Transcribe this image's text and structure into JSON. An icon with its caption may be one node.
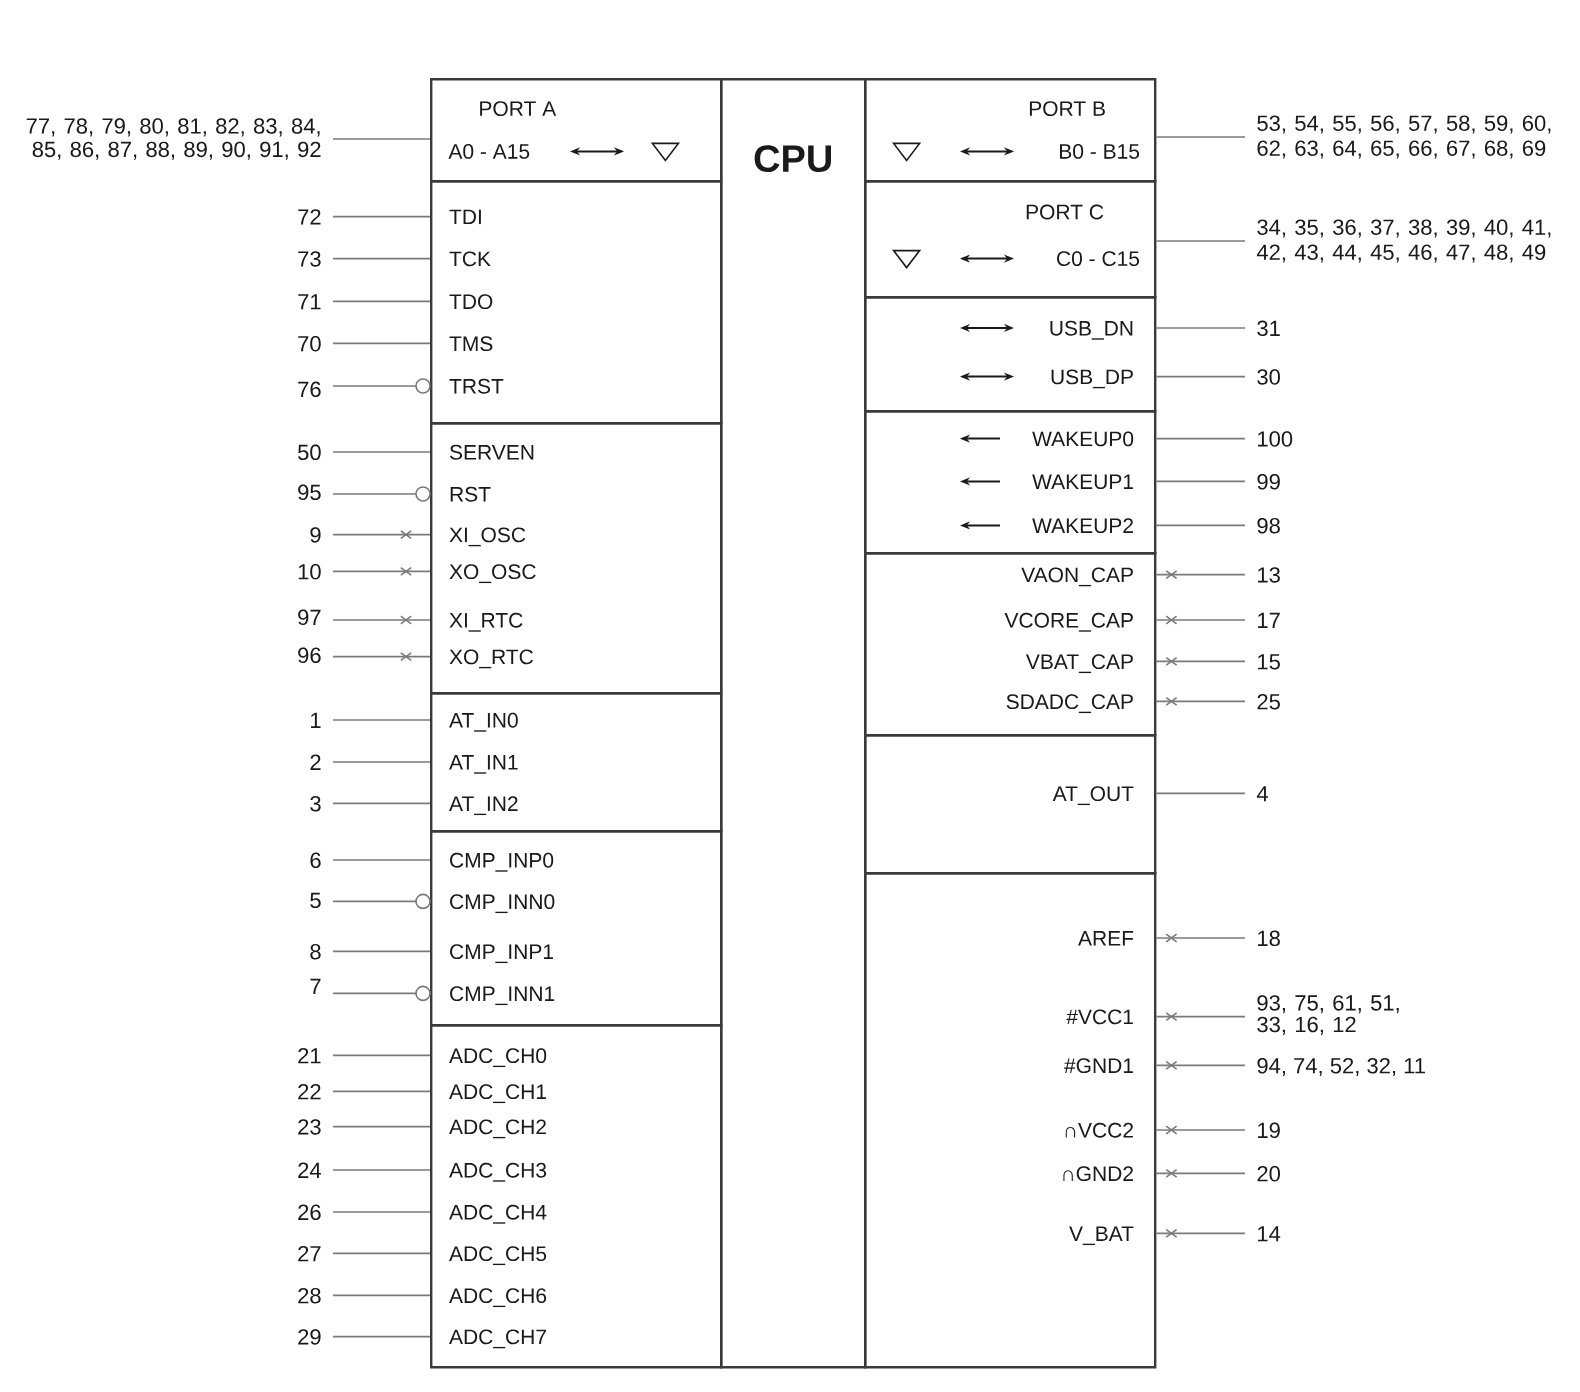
{
  "diagram": {
    "nodes": [
      {
        "text": [
          "PORT A",
          "A0 - A15"
        ]
      },
      {
        "text": [],
        "shape": "box"
      },
      {
        "text": [
          "TDI"
        ],
        "in": 1
      },
      {
        "text": [
          "TCK"
        ],
        "in": 1
      },
      {
        "text": [
          "TDO"
        ],
        "in": 1
      },
      {
        "text": [
          "TMS"
        ],
        "in": 1
      },
      {
        "text": [
          "TRST"
        ],
        "in": 1
      },
      {
        "text": [],
        "shape": "box"
      },
      {
        "text": [
          "SERVEN"
        ],
        "in": 7
      },
      {
        "text": [
          "RST"
        ],
        "in": 7
      },
      {
        "text": [
          "XI_OSC"
        ],
        "in": 7
      },
      {
        "text": [
          "XO_OSC"
        ],
        "in": 7
      },
      {
        "text": [
          "XI_RTC"
        ],
        "in": 7
      },
      {
        "text": [
          "XO_RTC"
        ],
        "in": 7
      },
      {
        "text": [],
        "shape": "box"
      },
      {
        "text": [
          "AT_IN0"
        ],
        "in": 14
      },
      {
        "text": [
          "AT_IN1"
        ],
        "in": 14
      },
      {
        "text": [
          "AT_IN2"
        ],
        "in": 14
      },
      {
        "text": [],
        "shape": "box"
      },
      {
        "text": [
          "CMP_INP0"
        ],
        "in": 18
      },
      {
        "text": [
          "CMP_INN0"
        ],
        "in": 18
      },
      {
        "text": [
          "CMP_INP1"
        ],
        "in": 18
      },
      {
        "text": [
          "CMP_INN1"
        ],
        "in": 18
      },
      {
        "text": [],
        "shape": "box"
      },
      {
        "text": [
          "ADC_CH0"
        ],
        "in": 23
      },
      {
        "text": [
          "ADC_CH1"
        ],
        "in": 23
      },
      {
        "text": [
          "ADC_CH2"
        ],
        "in": 23
      },
      {
        "text": [
          "ADC_CH3"
        ],
        "in": 23
      },
      {
        "text": [
          "ADC_CH4"
        ],
        "in": 23
      },
      {
        "text": [
          "ADC_CH5"
        ],
        "in": 23
      },
      {
        "text": [
          "ADC_CH6"
        ],
        "in": 23
      },
      {
        "text": [
          "ADC_CH7"
        ],
        "in": 23
      },
      {
        "text": [
          "CPU"
        ]
      },
      {
        "text": [
          "PORT B",
          "B0 - B15"
        ]
      },
      {
        "text": [
          "PORT C",
          "C0 - C15"
        ]
      },
      {
        "text": [],
        "shape": "box"
      },
      {
        "text": [
          "USB_DN"
        ],
        "in": 35
      },
      {
        "text": [
          "USB_DP"
        ],
        "in": 35
      },
      {
        "text": [],
        "shape": "box"
      },
      {
        "text": [
          "WAKEUP0"
        ],
        "in": 38
      },
      {
        "text": [
          "WAKEUP1"
        ],
        "in": 38
      },
      {
        "text": [
          "WAKEUP2"
        ],
        "in": 38
      },
      {
        "text": [],
        "shape": "box"
      },
      {
        "text": [
          "VAON_CAP"
        ],
        "in": 42
      },
      {
        "text": [
          "VCORE_CAP"
        ],
        "in": 42
      },
      {
        "text": [
          "VBAT_CAP"
        ],
        "in": 42
      },
      {
        "text": [
          "SDADC_CAP"
        ],
        "in": 42
      },
      {
        "text": [],
        "shape": "box"
      },
      {
        "text": [
          "AT_OUT"
        ],
        "in": 47
      },
      {
        "text": [],
        "shape": "box"
      },
      {
        "text": [
          "AREF"
        ],
        "in": 49
      },
      {
        "text": [
          "#VCC1"
        ],
        "in": 49
      },
      {
        "text": [
          "#GND1"
        ],
        "in": 49
      },
      {
        "text": [
          "∩VCC2"
        ],
        "in": 49
      },
      {
        "text": [
          "∩GND2"
        ],
        "in": 49
      },
      {
        "text": [
          "V_BAT"
        ],
        "in": 49
      },
      {
        "text": [
          "77, 78, 79, 80, 81, 82, 83, 84, 85, 86, 87, 88, 89, 90, 91, 92"
        ]
      },
      {
        "text": [
          "72"
        ]
      },
      {
        "text": [
          "73"
        ]
      },
      {
        "text": [
          "71"
        ]
      },
      {
        "text": [
          "70"
        ]
      },
      {
        "text": [
          "76"
        ]
      },
      {
        "text": [
          "50"
        ]
      },
      {
        "text": [
          "95"
        ]
      },
      {
        "text": [
          "9"
        ]
      },
      {
        "text": [
          "10"
        ]
      },
      {
        "text": [
          "97"
        ]
      },
      {
        "text": [
          "96"
        ]
      },
      {
        "text": [
          "1"
        ]
      },
      {
        "text": [
          "2"
        ]
      },
      {
        "text": [
          "3"
        ]
      },
      {
        "text": [
          "6"
        ]
      },
      {
        "text": [
          "5"
        ]
      },
      {
        "text": [
          "8"
        ]
      },
      {
        "text": [
          "7"
        ]
      },
      {
        "text": [
          "21"
        ]
      },
      {
        "text": [
          "22"
        ]
      },
      {
        "text": [
          "23"
        ]
      },
      {
        "text": [
          "24"
        ]
      },
      {
        "text": [
          "26"
        ]
      },
      {
        "text": [
          "27"
        ]
      },
      {
        "text": [
          "28"
        ]
      },
      {
        "text": [
          "29"
        ]
      },
      {
        "text": [
          "53, 54, 55, 56, 57, 58, 59, 60, 62, 63, 64, 65, 66, 67, 68, 69"
        ]
      },
      {
        "text": [
          "34, 35, 36, 37, 38, 39, 40, 41, 42, 43, 44, 45, 46, 47, 48, 49"
        ]
      },
      {
        "text": [
          "31"
        ]
      },
      {
        "text": [
          "30"
        ]
      },
      {
        "text": [
          "100"
        ]
      },
      {
        "text": [
          "99"
        ]
      },
      {
        "text": [
          "98"
        ]
      },
      {
        "text": [
          "13"
        ]
      },
      {
        "text": [
          "17"
        ]
      },
      {
        "text": [
          "15"
        ]
      },
      {
        "text": [
          "25"
        ]
      },
      {
        "text": [
          "4"
        ]
      },
      {
        "text": [
          "18"
        ]
      },
      {
        "text": [
          "93, 75, 61, 51, 33, 16, 12"
        ]
      },
      {
        "text": [
          "94, 74, 52, 32, 11"
        ]
      },
      {
        "text": [
          "19"
        ]
      },
      {
        "text": [
          "20"
        ]
      },
      {
        "text": [
          "14"
        ]
      }
    ],
    "edges": [
      {
        "from": 56,
        "to": 0,
        "arrow": "none"
      },
      {
        "from": 57,
        "to": 2,
        "arrow": "none"
      },
      {
        "from": 58,
        "to": 3,
        "arrow": "none"
      },
      {
        "from": 59,
        "to": 4,
        "arrow": "none"
      },
      {
        "from": 60,
        "to": 5,
        "arrow": "none"
      },
      {
        "from": 61,
        "to": 6,
        "arrow": "other"
      },
      {
        "from": 62,
        "to": 8,
        "arrow": "none"
      },
      {
        "from": 63,
        "to": 9,
        "arrow": "other"
      },
      {
        "from": 64,
        "to": 10,
        "arrow": "none"
      },
      {
        "from": 65,
        "to": 11,
        "arrow": "none"
      },
      {
        "from": 66,
        "to": 12,
        "arrow": "none"
      },
      {
        "from": 67,
        "to": 13,
        "arrow": "none"
      },
      {
        "from": 68,
        "to": 15,
        "arrow": "none"
      },
      {
        "from": 69,
        "to": 16,
        "arrow": "none"
      },
      {
        "from": 70,
        "to": 17,
        "arrow": "none"
      },
      {
        "from": 71,
        "to": 19,
        "arrow": "none"
      },
      {
        "from": 72,
        "to": 20,
        "arrow": "other"
      },
      {
        "from": 73,
        "to": 21,
        "arrow": "none"
      },
      {
        "from": 74,
        "to": 22,
        "arrow": "other"
      },
      {
        "from": 75,
        "to": 24,
        "arrow": "none"
      },
      {
        "from": 76,
        "to": 25,
        "arrow": "none"
      },
      {
        "from": 77,
        "to": 26,
        "arrow": "none"
      },
      {
        "from": 78,
        "to": 27,
        "arrow": "none"
      },
      {
        "from": 79,
        "to": 28,
        "arrow": "none"
      },
      {
        "from": 80,
        "to": 29,
        "arrow": "none"
      },
      {
        "from": 81,
        "to": 30,
        "arrow": "none"
      },
      {
        "from": 82,
        "to": 31,
        "arrow": "none"
      },
      {
        "from": 83,
        "to": 33,
        "arrow": "none"
      },
      {
        "from": 84,
        "to": 34,
        "arrow": "none"
      },
      {
        "from": 85,
        "to": 36,
        "arrow": "none"
      },
      {
        "from": 86,
        "to": 37,
        "arrow": "none"
      },
      {
        "from": 87,
        "to": 39,
        "arrow": "none"
      },
      {
        "from": 88,
        "to": 40,
        "arrow": "none"
      },
      {
        "from": 89,
        "to": 41,
        "arrow": "none"
      },
      {
        "from": 90,
        "to": 43,
        "arrow": "none"
      },
      {
        "from": 91,
        "to": 44,
        "arrow": "none"
      },
      {
        "from": 92,
        "to": 45,
        "arrow": "none"
      },
      {
        "from": 93,
        "to": 46,
        "arrow": "none"
      },
      {
        "from": 94,
        "to": 48,
        "arrow": "none"
      },
      {
        "from": 95,
        "to": 50,
        "arrow": "none"
      },
      {
        "from": 96,
        "to": 51,
        "arrow": "none"
      },
      {
        "from": 97,
        "to": 52,
        "arrow": "none"
      },
      {
        "from": 98,
        "to": 53,
        "arrow": "none"
      },
      {
        "from": 99,
        "to": 54,
        "arrow": "none"
      },
      {
        "from": 100,
        "to": 55,
        "arrow": "none"
      }
    ]
  }
}
